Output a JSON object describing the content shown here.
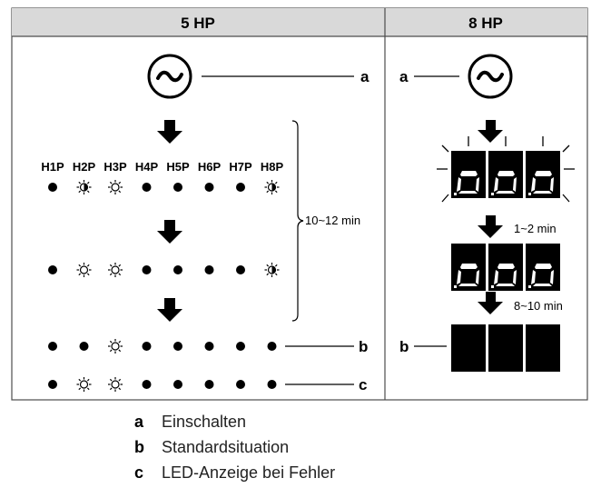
{
  "columns": {
    "left": {
      "title": "5 HP"
    },
    "right": {
      "title": "8 HP"
    }
  },
  "power_icon": {
    "name": "power-on-tilde-icon",
    "glyph": "~"
  },
  "led_headers": [
    "H1P",
    "H2P",
    "H3P",
    "H4P",
    "H5P",
    "H6P",
    "H7P",
    "H8P"
  ],
  "led_rows": [
    {
      "states": [
        "on",
        "blink",
        "off",
        "on",
        "on",
        "on",
        "on",
        "blink"
      ]
    },
    {
      "states": [
        "on",
        "off",
        "off",
        "on",
        "on",
        "on",
        "on",
        "blink"
      ]
    },
    {
      "states": [
        "on",
        "on",
        "off",
        "on",
        "on",
        "on",
        "on",
        "on"
      ],
      "callout": "b"
    },
    {
      "states": [
        "on",
        "off",
        "off",
        "on",
        "on",
        "on",
        "on",
        "on"
      ],
      "callout": "c"
    }
  ],
  "timing": {
    "left_bracket": "10~12 min",
    "right_step1": "1~2 min",
    "right_step2": "8~10 min"
  },
  "callouts": {
    "a": "a",
    "b": "b",
    "c": "c"
  },
  "legend": [
    {
      "key": "a",
      "text": "Einschalten"
    },
    {
      "key": "b",
      "text": "Standardsituation"
    },
    {
      "key": "c",
      "text": "LED-Anzeige bei Fehler"
    }
  ],
  "colors": {
    "header_bg": "#d9d9d9",
    "border": "#4d4d4d",
    "led_on": "#000000",
    "display": "#000000"
  }
}
